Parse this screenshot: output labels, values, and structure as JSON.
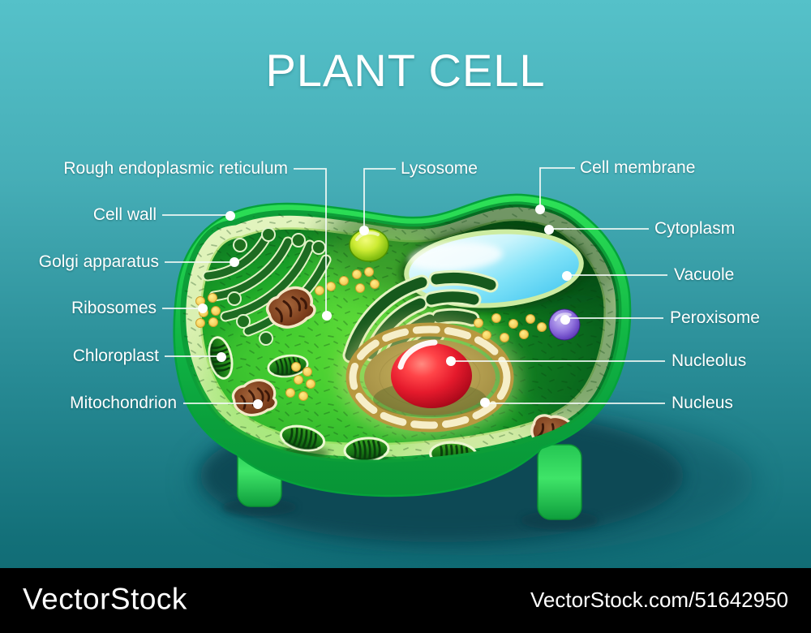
{
  "title": "PLANT CELL",
  "diagram": {
    "subject": "Plant cell anatomy cross-section",
    "labels": {
      "rough_er": "Rough endoplasmic reticulum",
      "cell_wall": "Cell wall",
      "golgi": "Golgi apparatus",
      "ribosomes": "Ribosomes",
      "chloroplast": "Chloroplast",
      "mitochondrion": "Mitochondrion",
      "lysosome": "Lysosome",
      "cell_membrane": "Cell membrane",
      "cytoplasm": "Cytoplasm",
      "vacuole": "Vacuole",
      "peroxisome": "Peroxisome",
      "nucleolus": "Nucleolus",
      "nucleus": "Nucleus"
    },
    "colors": {
      "background_top": "#55c1c9",
      "background_bottom": "#0e6770",
      "cell_rim_green": "#12b845",
      "cell_wall_cream": "#d9efb6",
      "cytoplasm_green": "#2fbe2b",
      "vacuole_cyan": "#5fd6f4",
      "nucleus_gold": "#b89b4a",
      "nucleolus_red": "#e51a2c",
      "lysosome_lime": "#b5e02a",
      "peroxisome_purple": "#7b57d2",
      "mitochondrion_brown": "#7d3f1d",
      "ribosome_yellow": "#f2cc4e",
      "label_text": "#ffffff",
      "watermark_bar": "#000000"
    }
  },
  "watermark": {
    "logo": "VectorStock",
    "url_text": "VectorStock.com/51642950"
  }
}
